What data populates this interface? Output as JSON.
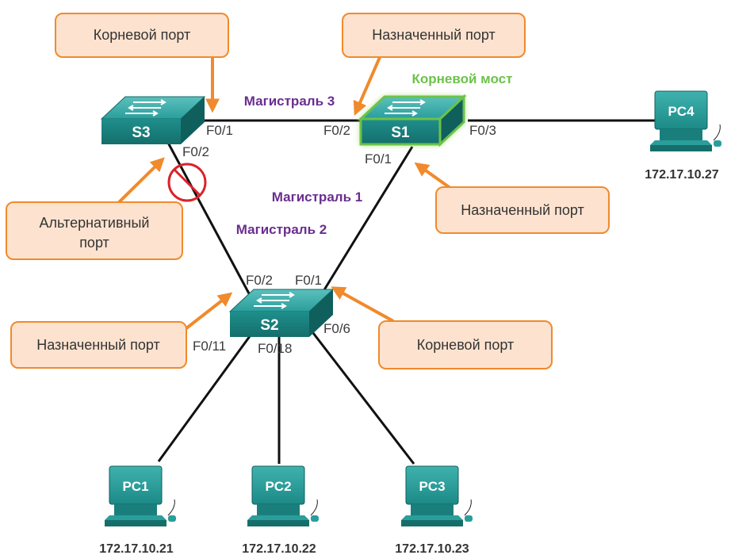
{
  "switches": {
    "s1": {
      "name": "S1"
    },
    "s2": {
      "name": "S2"
    },
    "s3": {
      "name": "S3"
    }
  },
  "root_bridge_label": "Корневой мост",
  "trunks": {
    "trunk1": "Магистраль 1",
    "trunk2": "Магистраль 2",
    "trunk3": "Магистраль 3"
  },
  "ports": {
    "s3_f01": "F0/1",
    "s3_f02": "F0/2",
    "s1_f02": "F0/2",
    "s1_f01": "F0/1",
    "s1_f03": "F0/3",
    "s2_f02": "F0/2",
    "s2_f01": "F0/1",
    "s2_f06": "F0/6",
    "s2_f011": "F0/11",
    "s2_f018": "F0/18"
  },
  "pcs": [
    {
      "name": "PC1",
      "ip": "172.17.10.21"
    },
    {
      "name": "PC2",
      "ip": "172.17.10.22"
    },
    {
      "name": "PC3",
      "ip": "172.17.10.23"
    },
    {
      "name": "PC4",
      "ip": "172.17.10.27"
    }
  ],
  "callouts": {
    "s3_root_port": "Корневой порт",
    "s1_designated_top": "Назначенный порт",
    "s1_designated_right": "Назначенный порт",
    "s3_alternate_line1": "Альтернативный",
    "s3_alternate_line2": "порт",
    "s2_designated": "Назначенный порт",
    "s2_root_port": "Корневой порт"
  },
  "colors": {
    "switch_teal": "#1e8c8a",
    "callout_fill": "#fde3cf",
    "callout_border": "#f08a2c",
    "arrow_orange": "#f08a2c",
    "blocked_red": "#d9232a",
    "root_glow": "#8cd34a"
  }
}
